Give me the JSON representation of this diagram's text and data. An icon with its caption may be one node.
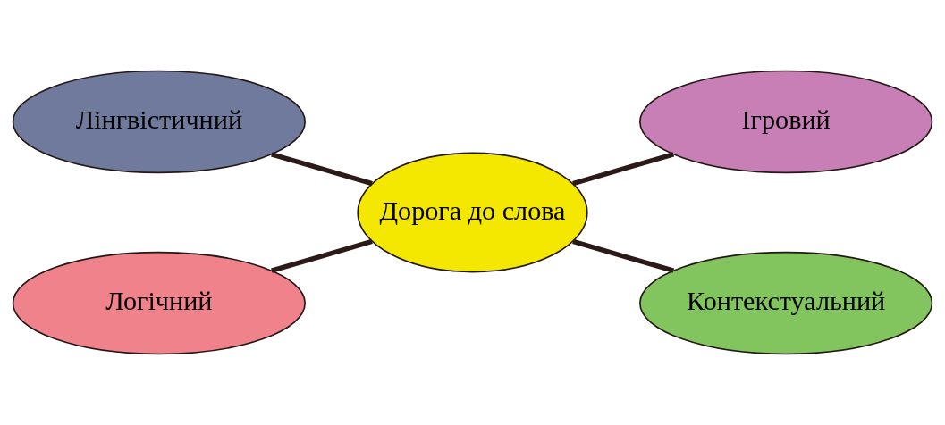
{
  "diagram": {
    "nodes": [
      {
        "text": [
          "Лінгвістичний"
        ]
      },
      {
        "text": [
          "Ігровий"
        ]
      },
      {
        "text": [
          "Дорога до слова"
        ]
      },
      {
        "text": [
          "Логічний"
        ]
      },
      {
        "text": [
          "Контекстуальний"
        ]
      }
    ],
    "edges": [
      {
        "from": 0,
        "to": 2,
        "arrow": "none"
      },
      {
        "from": 2,
        "to": 1,
        "arrow": "none"
      },
      {
        "from": 3,
        "to": 2,
        "arrow": "none"
      },
      {
        "from": 2,
        "to": 4,
        "arrow": "none"
      }
    ]
  }
}
